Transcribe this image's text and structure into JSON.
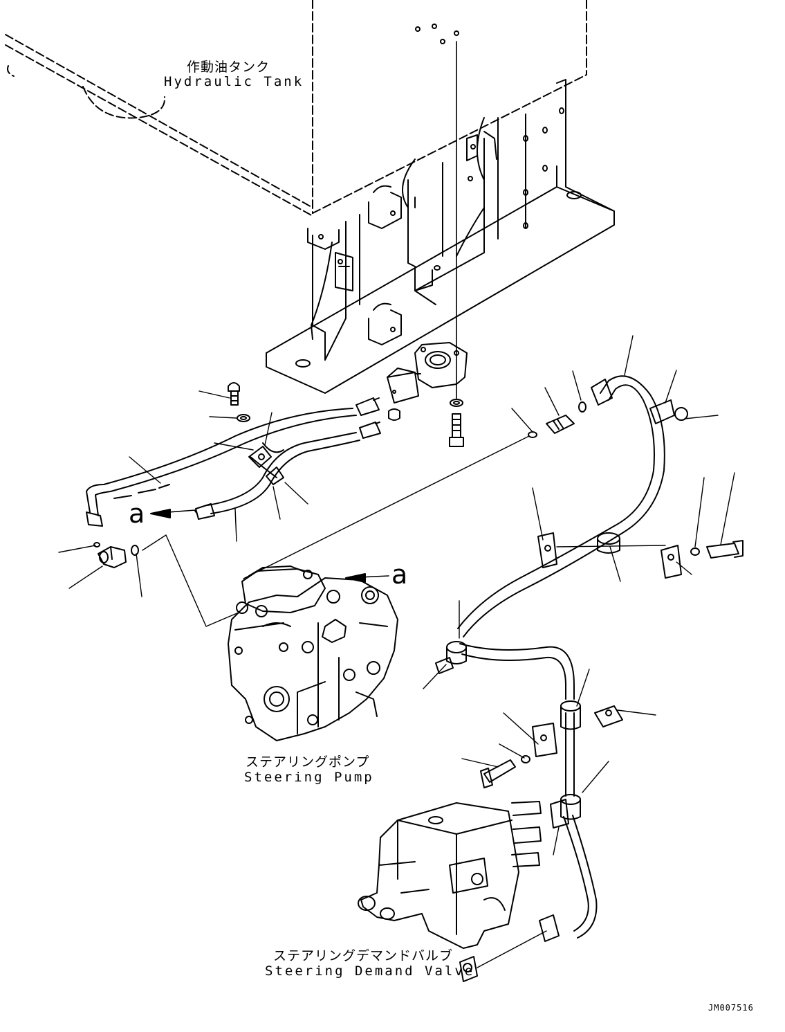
{
  "components": {
    "hydraulic_tank": {
      "label_jp": "作動油タンク",
      "label_en": "Hydraulic Tank"
    },
    "steering_pump": {
      "label_jp": "ステアリングポンプ",
      "label_en": "Steering Pump"
    },
    "steering_demand_valve": {
      "label_jp": "ステアリングデマンドバルブ",
      "label_en": "Steering Demand Valve"
    }
  },
  "callouts": [
    "a",
    "a"
  ],
  "document_id": "JM007516",
  "colors": {
    "line": "#000000",
    "background": "#ffffff"
  }
}
